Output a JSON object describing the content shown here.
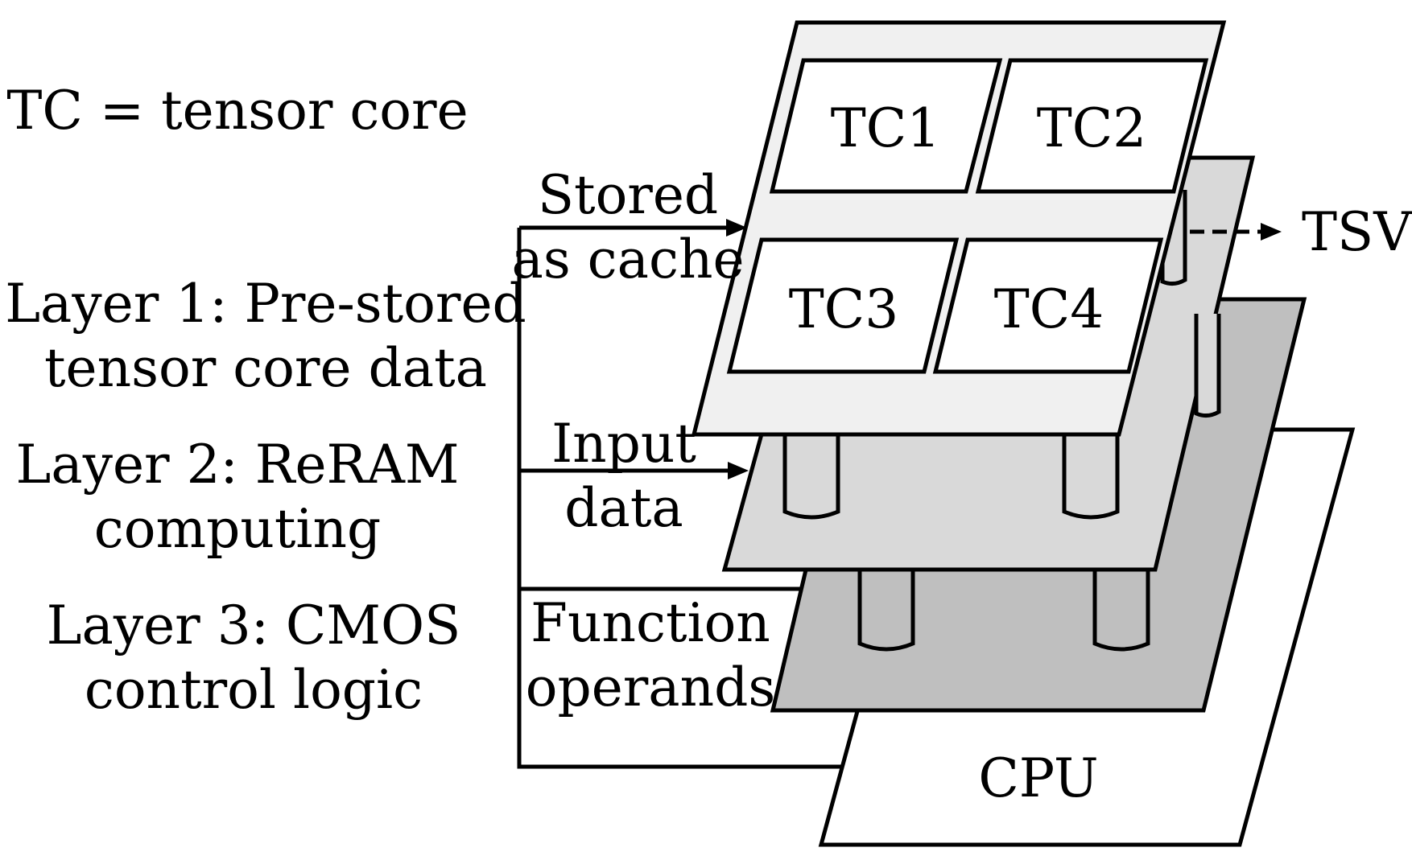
{
  "legend": {
    "definition": "TC = tensor core",
    "layer1_line1": "Layer 1: Pre-stored",
    "layer1_line2": "tensor core data",
    "layer2_line1": "Layer 2: ReRAM",
    "layer2_line2": "computing",
    "layer3_line1": "Layer 3: CMOS",
    "layer3_line2": "control logic"
  },
  "flows": {
    "stored_line1": "Stored",
    "stored_line2": "as cache",
    "input_line1": "Input",
    "input_line2": "data",
    "function_line1": "Function",
    "function_line2": "operands"
  },
  "cores": [
    "TC1",
    "TC2",
    "TC3",
    "TC4"
  ],
  "cpu_label": "CPU",
  "tsv_label": "TSV",
  "colors": {
    "layer1_fill": "#f0f0f0",
    "layer2_fill": "#d9d9d9",
    "layer3_fill": "#bfbfbf",
    "cpu_fill": "#ffffff",
    "stroke": "#000000"
  }
}
